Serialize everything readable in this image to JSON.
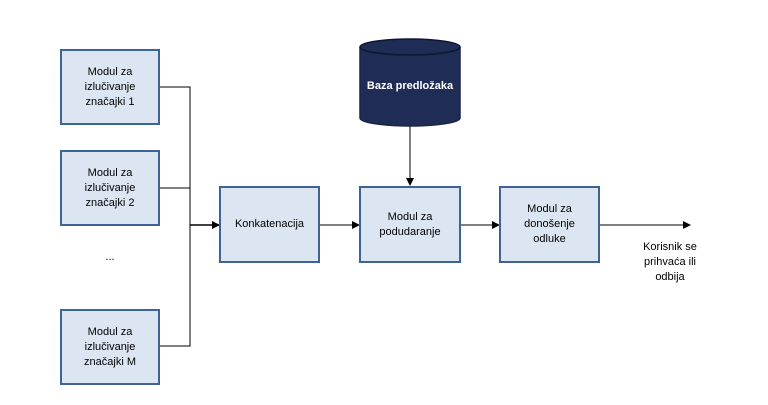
{
  "modules": [
    {
      "line1": "Modul za",
      "line2": "izlučivanje",
      "line3": "značajki 1"
    },
    {
      "line1": "Modul za",
      "line2": "izlučivanje",
      "line3": "značajki 2"
    },
    {
      "line1": "Modul za",
      "line2": "izlučivanje",
      "line3": "značajki M"
    }
  ],
  "ellipsis": "...",
  "concat": "Konkatenacija",
  "matching": {
    "line1": "Modul za",
    "line2": "podudaranje"
  },
  "decision": {
    "line1": "Modul za",
    "line2": "donošenje",
    "line3": "odluke"
  },
  "database": "Baza predložaka",
  "output": {
    "line1": "Korisnik se",
    "line2": "prihvaća ili",
    "line3": "odbija"
  },
  "colors": {
    "box_fill": "#dce6f2",
    "box_border": "#3f6395",
    "db_fill": "#1f2c55",
    "line": "#000000"
  }
}
